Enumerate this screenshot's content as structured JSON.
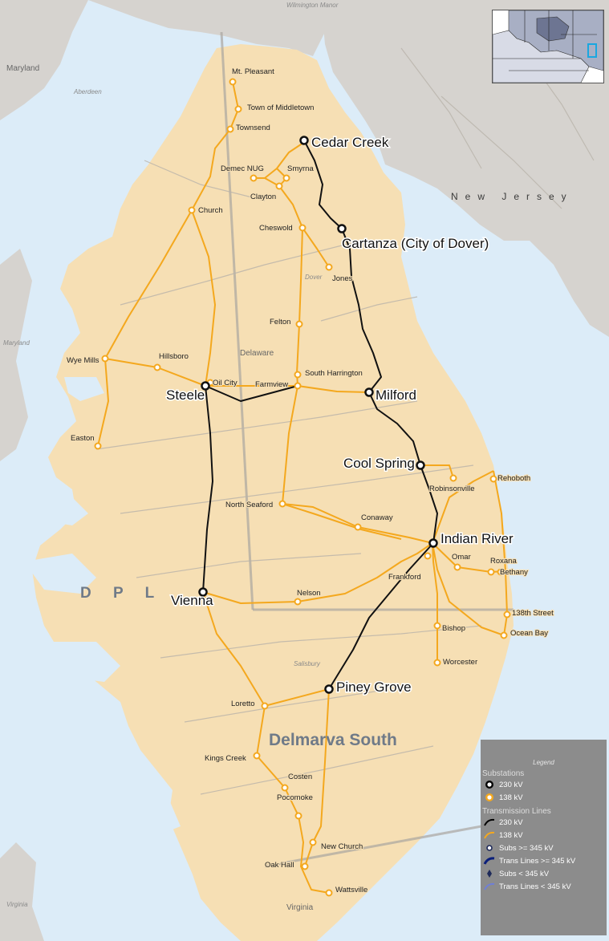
{
  "map": {
    "colors": {
      "water": "#dcecf8",
      "land": "#f6dfb4",
      "outside_land": "#d6d3cf",
      "line_230": "#111111",
      "line_138": "#f4a81e",
      "legend_bg": "#8c8c8c"
    },
    "region_labels": {
      "dpl": "D P L",
      "delmarva_south": "Delmarva South",
      "new_jersey": "New Jersey"
    },
    "place_labels": {
      "maryland_top": "Maryland",
      "maryland_mid": "Maryland",
      "delaware": "Delaware",
      "virginia": "Virginia",
      "virginia_left": "Virginia",
      "wilmington": "Wilmington Manor",
      "dover": "Dover",
      "salisbury": "Salisbury",
      "aberdeen": "Aberdeen"
    },
    "substations_230": [
      {
        "id": "cedar_creek",
        "name": "Cedar Creek"
      },
      {
        "id": "cartanza",
        "name": "Cartanza (City of Dover)"
      },
      {
        "id": "milford",
        "name": "Milford"
      },
      {
        "id": "cool_spring",
        "name": "Cool Spring"
      },
      {
        "id": "indian_river",
        "name": "Indian River"
      },
      {
        "id": "steele",
        "name": "Steele"
      },
      {
        "id": "vienna",
        "name": "Vienna"
      },
      {
        "id": "piney_grove",
        "name": "Piney Grove"
      }
    ],
    "substations_138": [
      {
        "id": "mt_pleasant",
        "name": "Mt. Pleasant"
      },
      {
        "id": "middletown",
        "name": "Town of Middletown"
      },
      {
        "id": "townsend",
        "name": "Townsend"
      },
      {
        "id": "demec",
        "name": "Demec NUG"
      },
      {
        "id": "smyrna",
        "name": "Smyrna"
      },
      {
        "id": "clayton",
        "name": "Clayton"
      },
      {
        "id": "church",
        "name": "Church"
      },
      {
        "id": "cheswold",
        "name": "Cheswold"
      },
      {
        "id": "jones",
        "name": "Jones"
      },
      {
        "id": "felton",
        "name": "Felton"
      },
      {
        "id": "wye_mills",
        "name": "Wye Mills"
      },
      {
        "id": "hillsboro",
        "name": "Hillsboro"
      },
      {
        "id": "oil_city",
        "name": "Oil City"
      },
      {
        "id": "farmview",
        "name": "Farmview"
      },
      {
        "id": "south_harrington",
        "name": "South Harrington"
      },
      {
        "id": "easton",
        "name": "Easton"
      },
      {
        "id": "rehoboth",
        "name": "Rehoboth"
      },
      {
        "id": "robinsonville",
        "name": "Robinsonville"
      },
      {
        "id": "north_seaford",
        "name": "North Seaford"
      },
      {
        "id": "conaway",
        "name": "Conaway"
      },
      {
        "id": "omar",
        "name": "Omar"
      },
      {
        "id": "roxana",
        "name": "Roxana"
      },
      {
        "id": "bethany",
        "name": "Bethany"
      },
      {
        "id": "frankford",
        "name": "Frankford"
      },
      {
        "id": "nelson",
        "name": "Nelson"
      },
      {
        "id": "st138",
        "name": "138th Street"
      },
      {
        "id": "ocean_bay",
        "name": "Ocean Bay"
      },
      {
        "id": "bishop",
        "name": "Bishop"
      },
      {
        "id": "worcester",
        "name": "Worcester"
      },
      {
        "id": "loretto",
        "name": "Loretto"
      },
      {
        "id": "kings_creek",
        "name": "Kings Creek"
      },
      {
        "id": "costen",
        "name": "Costen"
      },
      {
        "id": "pocomoke",
        "name": "Pocomoke"
      },
      {
        "id": "new_church",
        "name": "New Church"
      },
      {
        "id": "oak_hall",
        "name": "Oak Hall"
      },
      {
        "id": "wattsville",
        "name": "Wattsville"
      }
    ],
    "legend": {
      "title": "Legend",
      "substations_header": "Substations",
      "sub_230": "230 kV",
      "sub_138": "138 kV",
      "lines_header": "Transmission Lines",
      "line_230": "230 kV",
      "line_138": "138 kV",
      "subs_345": "Subs >= 345 kV",
      "trans_345": "Trans Lines >= 345 kV",
      "subs_lt_345": "Subs < 345 kV",
      "trans_lt_345": "Trans Lines < 345 kV"
    }
  }
}
